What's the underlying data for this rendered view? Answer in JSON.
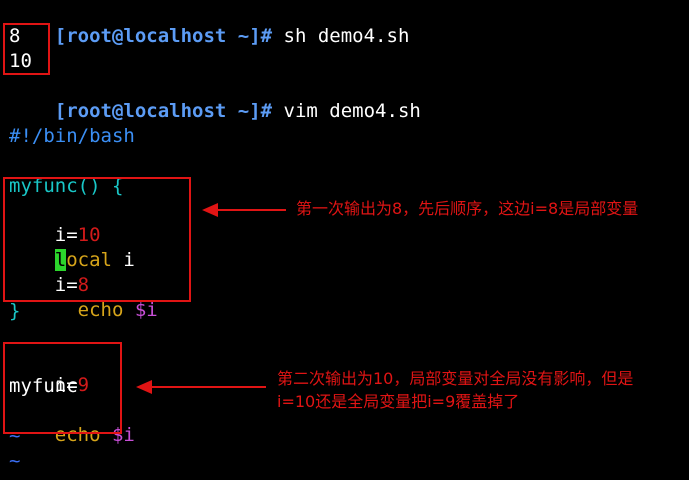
{
  "terminal": {
    "prompt": "[root@localhost ~]#",
    "command_1": " sh demo4.sh",
    "output_1": "8",
    "output_2": "10",
    "command_2": " vim demo4.sh",
    "shebang": "#!/bin/bash",
    "code": {
      "func_decl": "myfunc() {",
      "l1_var": "i",
      "l1_op": "=",
      "l1_val": "10",
      "l2_cursor": "l",
      "l2_kw_rest": "ocal",
      "l2_rest": " i",
      "l3_var": "i",
      "l3_op": "=",
      "l3_val": "8",
      "l4_kw": "  echo",
      "l4_var": " $i",
      "close": "}",
      "l5_var": "i",
      "l5_op": "=",
      "l5_val": "9",
      "l6_call": "myfunc",
      "l7_kw": "echo",
      "l7_var": " $i",
      "tilde": "~"
    }
  },
  "annotations": {
    "note_1": "第一次输出为8，先后顺序，这边i=8是局部变量",
    "note_2_line1": "第二次输出为10，局部变量对全局没有影响，但是",
    "note_2_line2": "i=10还是全局变量把i=9覆盖掉了"
  },
  "colors": {
    "prompt": "#5c9cf5",
    "function": "#19c7c7",
    "number": "#d21a1a",
    "keyword": "#d7a51a",
    "variable_ref": "#c74fd6",
    "annotation": "#e01414",
    "cursor": "#2cd52c"
  }
}
